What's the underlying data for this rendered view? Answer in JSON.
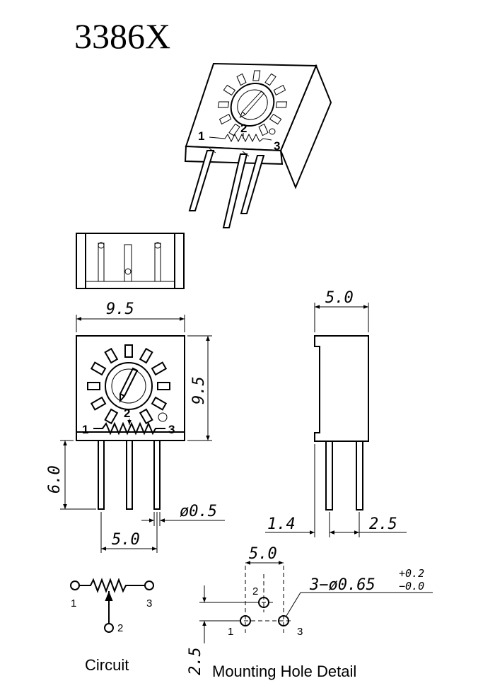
{
  "title": "3386X",
  "dimensions": {
    "front_width": "9.5",
    "front_height": "9.5",
    "pin_length": "6.0",
    "pin_spacing": "5.0",
    "pin_diameter": "ø0.5",
    "side_depth": "5.0",
    "side_offset": "1.4",
    "side_pin_spacing": "2.5"
  },
  "body_markings": {
    "pin1": "1",
    "pin2": "2",
    "pin3": "3"
  },
  "circuit": {
    "caption": "Circuit",
    "pin1": "1",
    "pin2": "2",
    "pin3": "3"
  },
  "mounting": {
    "caption": "Mounting Hole Detail",
    "spacing": "5.0",
    "vertical": "2.5",
    "hole_spec": "3−ø0.65",
    "tol_plus": "+0.2",
    "tol_minus": "−0.0",
    "pin1": "1",
    "pin2": "2",
    "pin3": "3"
  }
}
